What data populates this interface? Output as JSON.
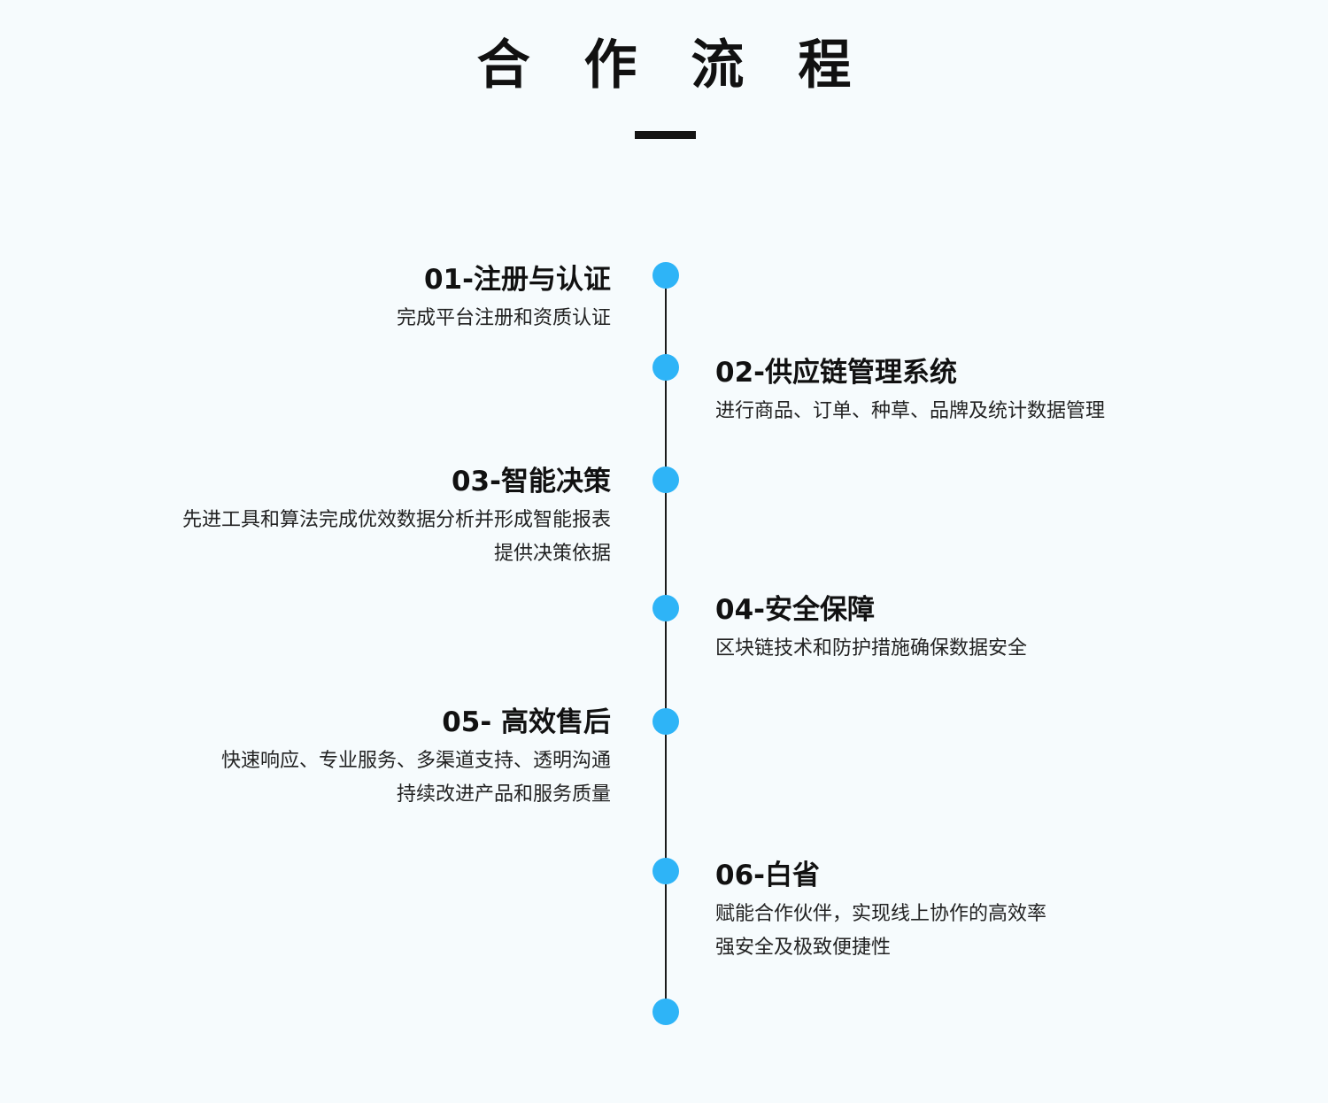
{
  "page": {
    "title": "合 作 流 程"
  },
  "colors": {
    "background": "#f6fbfd",
    "dot": "#2eb4f7",
    "line": "#1a1a1a",
    "text": "#141414"
  },
  "steps": [
    {
      "side": "left",
      "title": "01-注册与认证",
      "desc": [
        "完成平台注册和资质认证"
      ]
    },
    {
      "side": "right",
      "title": "02-供应链管理系统",
      "desc": [
        "进行商品、订单、种草、品牌及统计数据管理"
      ]
    },
    {
      "side": "left",
      "title": "03-智能决策",
      "desc": [
        "先进工具和算法完成优效数据分析并形成智能报表",
        "提供决策依据"
      ]
    },
    {
      "side": "right",
      "title": "04-安全保障",
      "desc": [
        "区块链技术和防护措施确保数据安全"
      ]
    },
    {
      "side": "left",
      "title": "05- 高效售后",
      "desc": [
        "快速响应、专业服务、多渠道支持、透明沟通",
        "持续改进产品和服务质量"
      ]
    },
    {
      "side": "right",
      "title": "06-白省",
      "desc": [
        "赋能合作伙伴，实现线上协作的高效率",
        "强安全及极致便捷性"
      ]
    }
  ]
}
